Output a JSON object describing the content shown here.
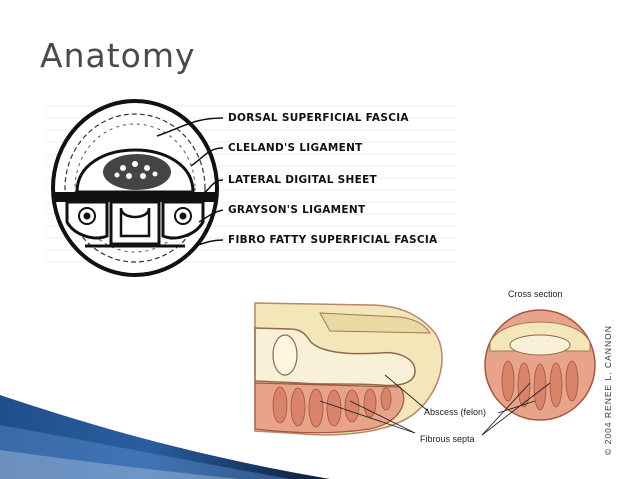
{
  "slide": {
    "title": "Anatomy"
  },
  "diagram1": {
    "labels": [
      "DORSAL SUPERFICIAL FASCIA",
      "CLELAND'S LIGAMENT",
      "LATERAL DIGITAL SHEET",
      "GRAYSON'S LIGAMENT",
      "FIBRO FATTY SUPERFICIAL FASCIA"
    ]
  },
  "diagram2": {
    "cross_section_label": "Cross section",
    "abscess_label": "Abscess (felon)",
    "septa_label": "Fibrous septa",
    "copyright": "© 2004 RENEE L. CANNON"
  },
  "colors": {
    "accent_blue": "#1f4e8c",
    "title_gray": "#4a4a4a",
    "tissue_pink": "#e8a48a",
    "bone_cream": "#f3e6b8"
  }
}
